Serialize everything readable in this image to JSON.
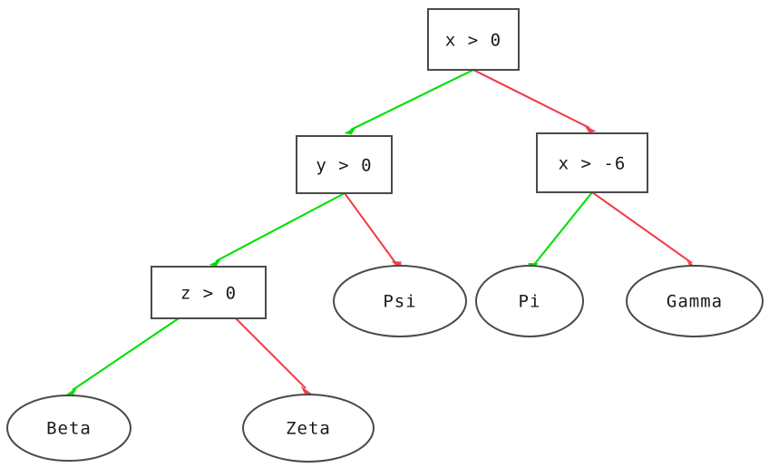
{
  "diagram": {
    "type": "decision-tree",
    "background_color": "#ffffff",
    "node_stroke_color": "#4a4a4a",
    "node_fill_color": "#ffffff",
    "label_color": "#1a1a1a",
    "true_edge_color": "#00e000",
    "false_edge_color": "#f0404a",
    "nodes": [
      {
        "id": "root",
        "label": "x > 0",
        "shape": "box"
      },
      {
        "id": "y0",
        "label": "y > 0",
        "shape": "box"
      },
      {
        "id": "xm6",
        "label": "x > -6",
        "shape": "box"
      },
      {
        "id": "z0",
        "label": "z > 0",
        "shape": "box"
      },
      {
        "id": "psi",
        "label": "Psi",
        "shape": "ellipse"
      },
      {
        "id": "pi",
        "label": "Pi",
        "shape": "ellipse"
      },
      {
        "id": "gamma",
        "label": "Gamma",
        "shape": "ellipse"
      },
      {
        "id": "beta",
        "label": "Beta",
        "shape": "ellipse"
      },
      {
        "id": "zeta",
        "label": "Zeta",
        "shape": "ellipse"
      }
    ],
    "edges": [
      {
        "from": "root",
        "to": "y0",
        "branch": "true"
      },
      {
        "from": "root",
        "to": "xm6",
        "branch": "false"
      },
      {
        "from": "y0",
        "to": "z0",
        "branch": "true"
      },
      {
        "from": "y0",
        "to": "psi",
        "branch": "false"
      },
      {
        "from": "xm6",
        "to": "pi",
        "branch": "true"
      },
      {
        "from": "xm6",
        "to": "gamma",
        "branch": "false"
      },
      {
        "from": "z0",
        "to": "beta",
        "branch": "true"
      },
      {
        "from": "z0",
        "to": "zeta",
        "branch": "false"
      }
    ]
  }
}
